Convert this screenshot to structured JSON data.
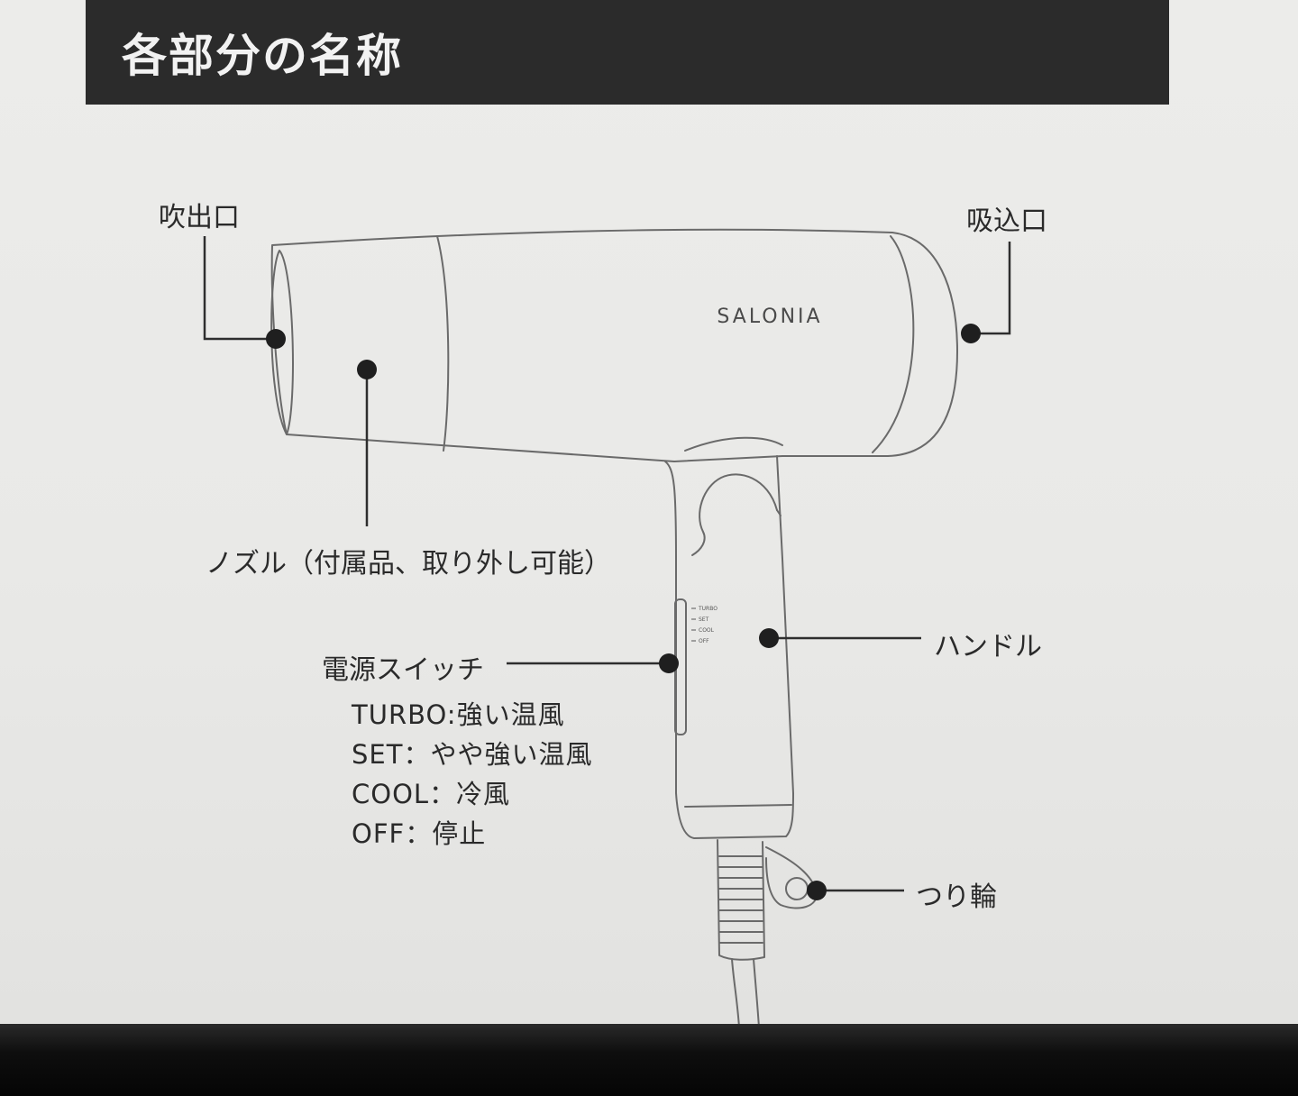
{
  "title": "各部分の名称",
  "brand": "SALONIA",
  "switch_marks": [
    "TURBO",
    "SET",
    "COOL",
    "OFF"
  ],
  "labels": {
    "outlet": "吹出口",
    "inlet": "吸込口",
    "nozzle": "ノズル（付属品、取り外し可能）",
    "handle": "ハンドル",
    "power_switch": "電源スイッチ",
    "hang_ring": "つり輪"
  },
  "switch_modes": [
    "TURBO:強い温風",
    "SET：やや強い温風",
    "COOL：冷風",
    "OFF：停止"
  ],
  "colors": {
    "title_bar": "#2b2b2b",
    "title_text": "#f2f2f2",
    "line": "#3a3a3a",
    "background": "#ebebe9"
  }
}
